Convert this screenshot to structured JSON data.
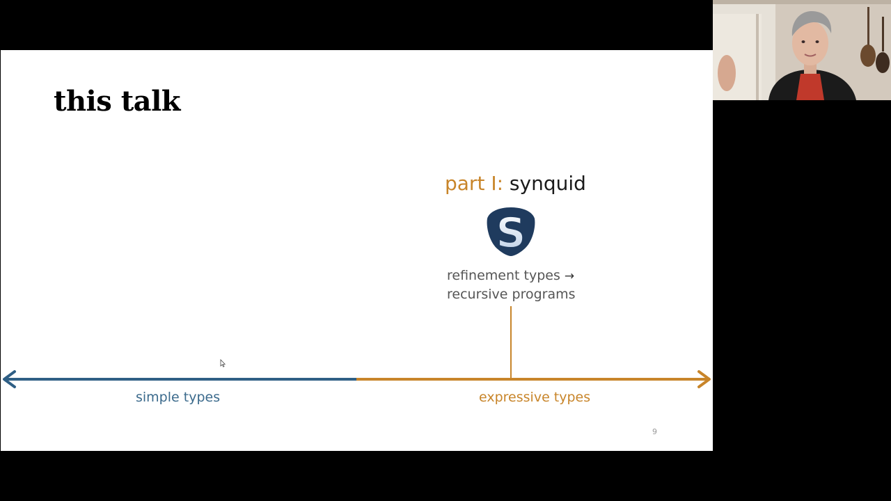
{
  "slide": {
    "title": "this talk",
    "part": {
      "prefix": "part I:",
      "name": "synquid"
    },
    "logo": {
      "letter": "S",
      "icon": "synquid-logo-icon"
    },
    "subtitle": {
      "line1": "refinement types",
      "arrow": "→",
      "line2": "recursive programs"
    },
    "axis": {
      "left_label": "simple types",
      "right_label": "expressive types"
    },
    "page_number": "9"
  },
  "colors": {
    "accent_orange": "#c8852a",
    "accent_blue": "#2f5f85",
    "background": "#ffffff",
    "letterbox": "#000000"
  },
  "webcam": {
    "icon": "presenter-video-feed"
  }
}
